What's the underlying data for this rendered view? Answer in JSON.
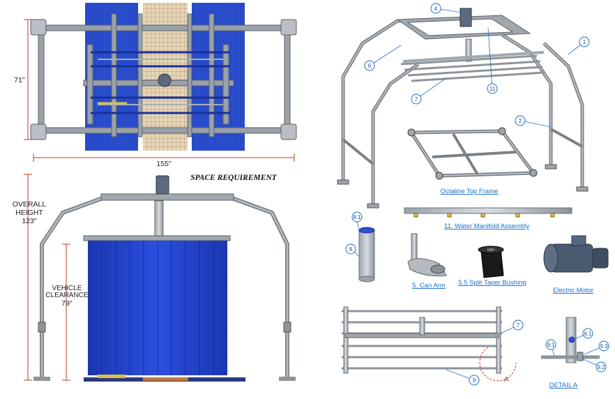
{
  "dimensions": {
    "width": "155\"",
    "depth": "71\"",
    "overall_height_line1": "OVERALL",
    "overall_height_line2": "HEIGHT",
    "overall_height_value": "123\"",
    "clearance_line1": "VEHICLE",
    "clearance_line2": "CLEARANCE",
    "clearance_value": "79\""
  },
  "title": "SPACE REQUIREMENT",
  "callouts": [
    "1",
    "2",
    "4",
    "6",
    "7",
    "11",
    "8",
    "8.1",
    "7",
    "9",
    "6.1",
    "9.1",
    "9.3",
    "9.2"
  ],
  "detail_marker": "A",
  "captions": {
    "top_frame": "Octaline Top Frame",
    "manifold": "11. Water Manifold Assembly",
    "can_arm": "5. Can Arm",
    "bushing": "5.5 Split Taper Bushing",
    "motor": "Electric Motor",
    "detail": "DETAIL  A"
  },
  "colors": {
    "frame": "#8c9298",
    "frame_dark": "#5a6067",
    "brush_blue": "#1f3fbf",
    "floor_tan": "#d8c4a0",
    "dim_red": "#c0392b",
    "callout": "#1b6fc9"
  }
}
